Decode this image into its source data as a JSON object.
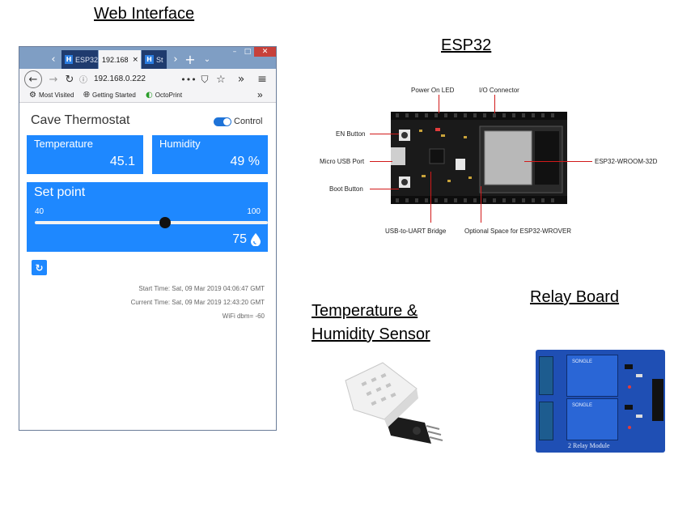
{
  "sections": {
    "web_interface": "Web Interface",
    "esp32": "ESP32",
    "sensor_line1": "Temperature &",
    "sensor_line2": "Humidity  Sensor",
    "relay": "Relay Board"
  },
  "browser": {
    "tabs": [
      {
        "favicon": "H",
        "label": "ESP32",
        "active": false
      },
      {
        "favicon": "",
        "label": "192.168",
        "active": true,
        "close": "×"
      },
      {
        "favicon": "H",
        "label": "St",
        "active": false
      }
    ],
    "url": "192.168.0.222",
    "bookmarks": [
      {
        "icon": "gear-icon",
        "label": "Most Visited"
      },
      {
        "icon": "globe-icon",
        "label": "Getting Started"
      },
      {
        "icon": "octoprint-icon",
        "label": "OctoPrint"
      }
    ]
  },
  "app": {
    "title": "Cave Thermostat",
    "toggle_label": "Control",
    "toggle_on": true,
    "temperature_label": "Temperature",
    "temperature_value": "45.1",
    "humidity_label": "Humidity",
    "humidity_value": "49 %",
    "setpoint_label": "Set point",
    "setpoint_min": "40",
    "setpoint_max": "100",
    "setpoint_value": "75",
    "setpoint_slider_fraction": 0.56,
    "start_time": "Start Time: Sat, 09 Mar 2019 04:06:47 GMT",
    "current_time": "Current Time: Sat, 09 Mar 2019 12:43:20 GMT",
    "wifi": "WiFi dbm= -60",
    "accent_color": "#1e88ff"
  },
  "esp32_labels": {
    "power_led": "Power On LED",
    "io_connector": "I/O Connector",
    "en_button": "EN Button",
    "micro_usb": "Micro USB Port",
    "boot_button": "Boot Button",
    "usb_uart": "USB-to-UART Bridge",
    "optional_space": "Optional Space for ESP32-WROVER",
    "module": "ESP32-WROOM-32D"
  },
  "relay_module": {
    "brand": "SONGLE",
    "module_text": "2 Relay Module"
  }
}
